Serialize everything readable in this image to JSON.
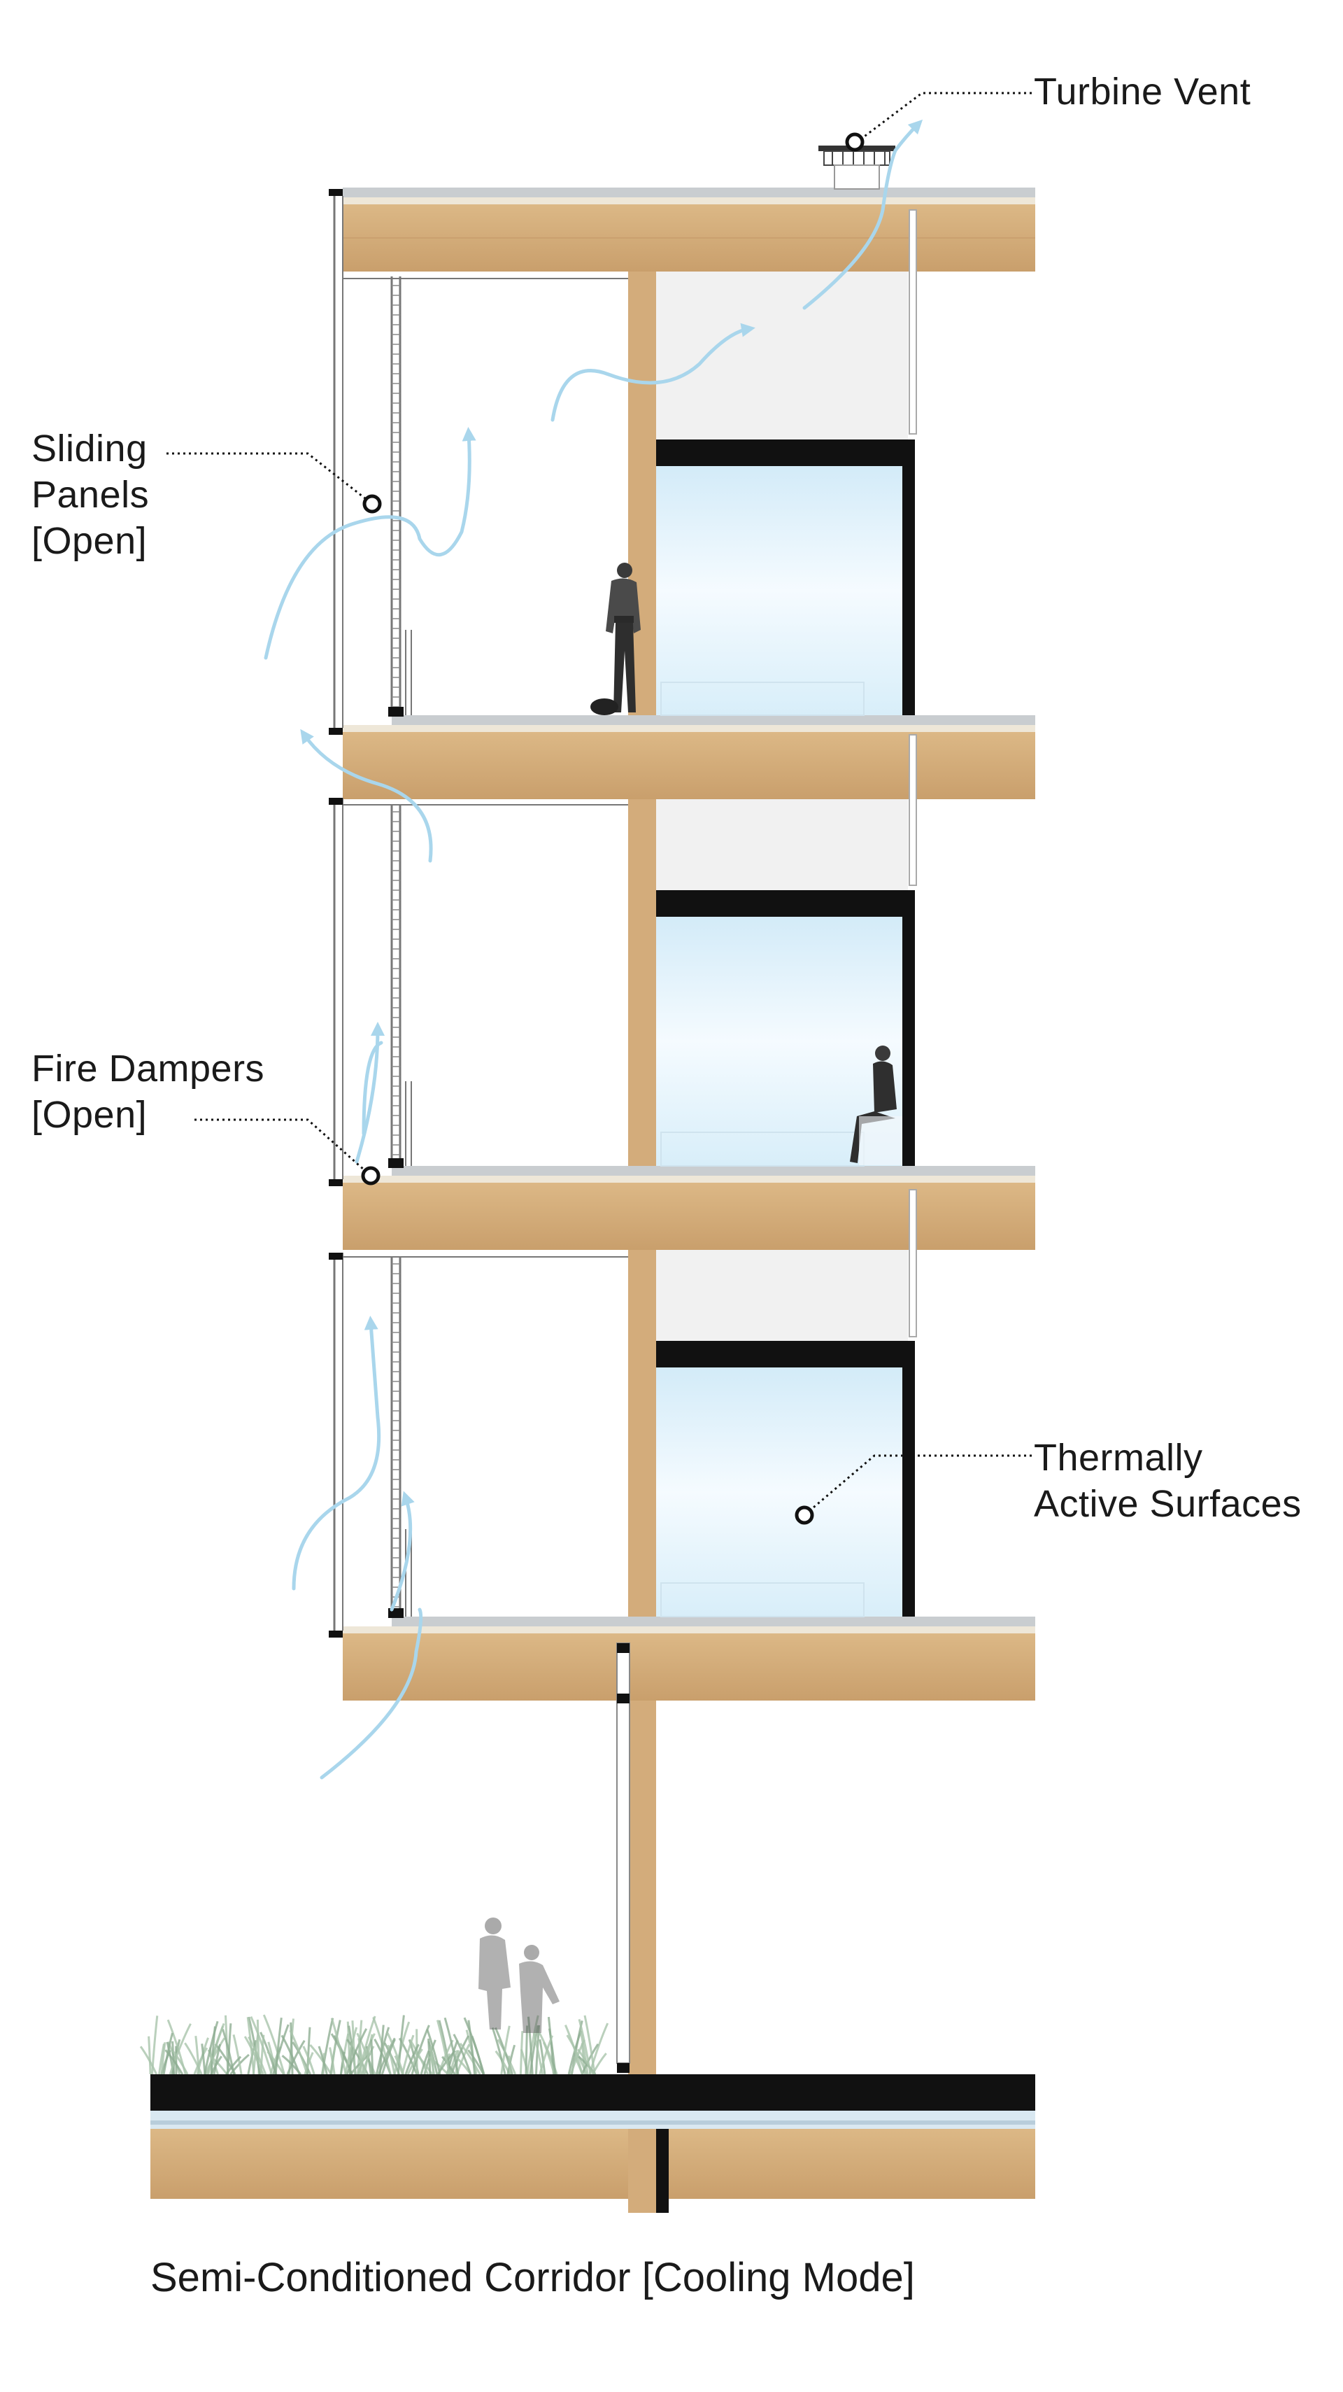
{
  "labels": {
    "turbine_vent": "Turbine Vent",
    "sliding_panels": [
      "Sliding",
      "Panels",
      "[Open]"
    ],
    "fire_dampers": [
      "Fire Dampers",
      "[Open]"
    ],
    "thermally_active": [
      "Thermally",
      "Active Surfaces"
    ]
  },
  "caption": "Semi-Conditioned Corridor [Cooling Mode]",
  "colors": {
    "timber": "#d3ac7b",
    "timber_dark": "#b8905e",
    "airflow": "#a9d6ec",
    "glazing": "#e3f2fb",
    "concrete": "#c9cdd0",
    "black": "#111111",
    "planting": "#8fae92"
  },
  "icons": [
    "callout-circle-icon",
    "airflow-arrow-icon",
    "turbine-vent-icon",
    "person-silhouette-icon",
    "grass-planting-icon"
  ]
}
